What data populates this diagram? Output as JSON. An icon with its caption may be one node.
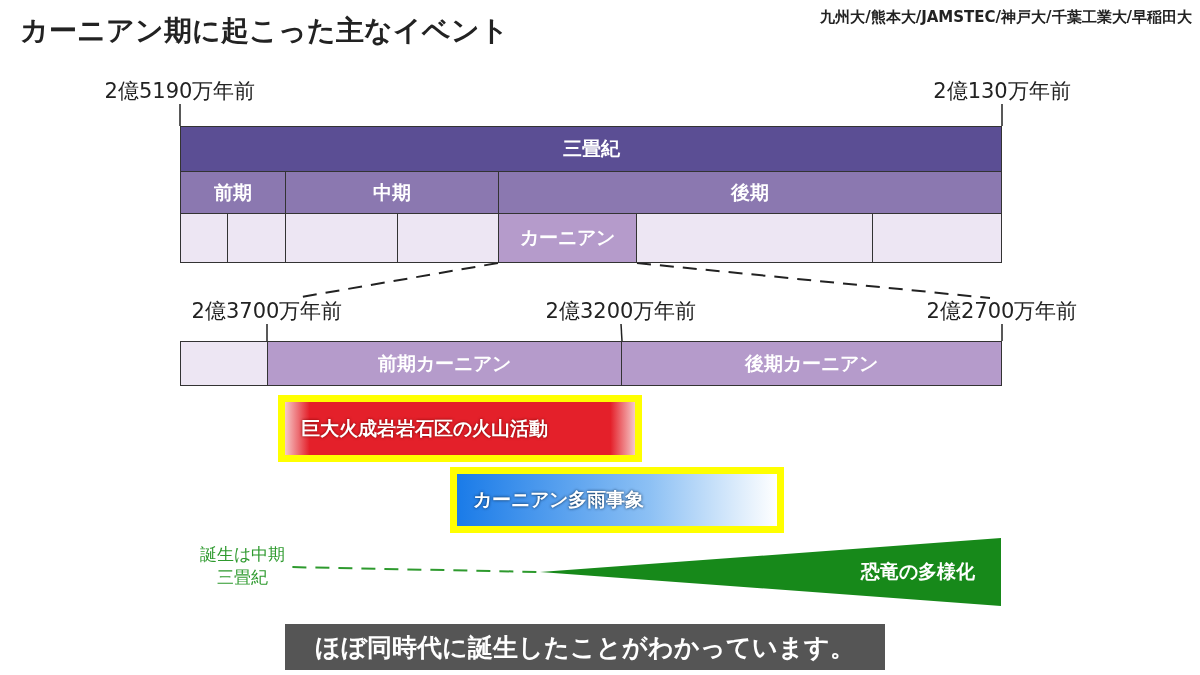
{
  "diagram": {
    "title": "カーニアン期に起こった主なイベント",
    "caption": "ほぼ同時代に誕生したことがわかっています。",
    "nodes": [
      {
        "text": [
          "2億5190万年前"
        ]
      },
      {
        "text": [
          "2億130万年前"
        ]
      },
      {
        "text": [
          "三畳紀"
        ]
      },
      {
        "text": [
          "前期"
        ]
      },
      {
        "text": [
          "中期"
        ]
      },
      {
        "text": [
          "後期"
        ]
      },
      {
        "text": [],
        "shape": "box"
      },
      {
        "text": [],
        "shape": "box"
      },
      {
        "text": [],
        "shape": "box"
      },
      {
        "text": [],
        "shape": "box"
      },
      {
        "text": [
          "カーニアン"
        ]
      },
      {
        "text": [],
        "shape": "box"
      },
      {
        "text": [],
        "shape": "box"
      },
      {
        "text": [
          "2億3700万年前"
        ]
      },
      {
        "text": [
          "2億3200万年前"
        ]
      },
      {
        "text": [
          "2億2700万年前"
        ]
      },
      {
        "text": [],
        "shape": "box"
      },
      {
        "text": [
          "前期カーニアン"
        ]
      },
      {
        "text": [
          "後期カーニアン"
        ]
      },
      {
        "text": [
          "巨大火成岩岩石区の火山活動"
        ]
      },
      {
        "text": [
          "カーニアン多雨事象"
        ]
      },
      {
        "text": [
          "誕生は中期三畳紀"
        ]
      },
      {
        "text": [
          "恐竜の多様化"
        ]
      }
    ],
    "edges": [
      {
        "from": 0,
        "to": 2,
        "arrow": "none"
      },
      {
        "from": 1,
        "to": 2,
        "arrow": "none"
      },
      {
        "from": 10,
        "to": 13,
        "arrow": "none",
        "style": "dashed"
      },
      {
        "from": 10,
        "to": 15,
        "arrow": "none",
        "style": "dashed"
      },
      {
        "from": 13,
        "to": 17,
        "arrow": "none"
      },
      {
        "from": 14,
        "to": 17,
        "arrow": "none"
      },
      {
        "from": 15,
        "to": 18,
        "arrow": "none"
      },
      {
        "from": 21,
        "to": 22,
        "arrow": "none",
        "style": "dashed",
        "color": "#2e9a2e"
      }
    ],
    "labels": [
      "九州大/熊本大/JAMSTEC/神戸大/千葉工業大/早稲田大"
    ]
  }
}
